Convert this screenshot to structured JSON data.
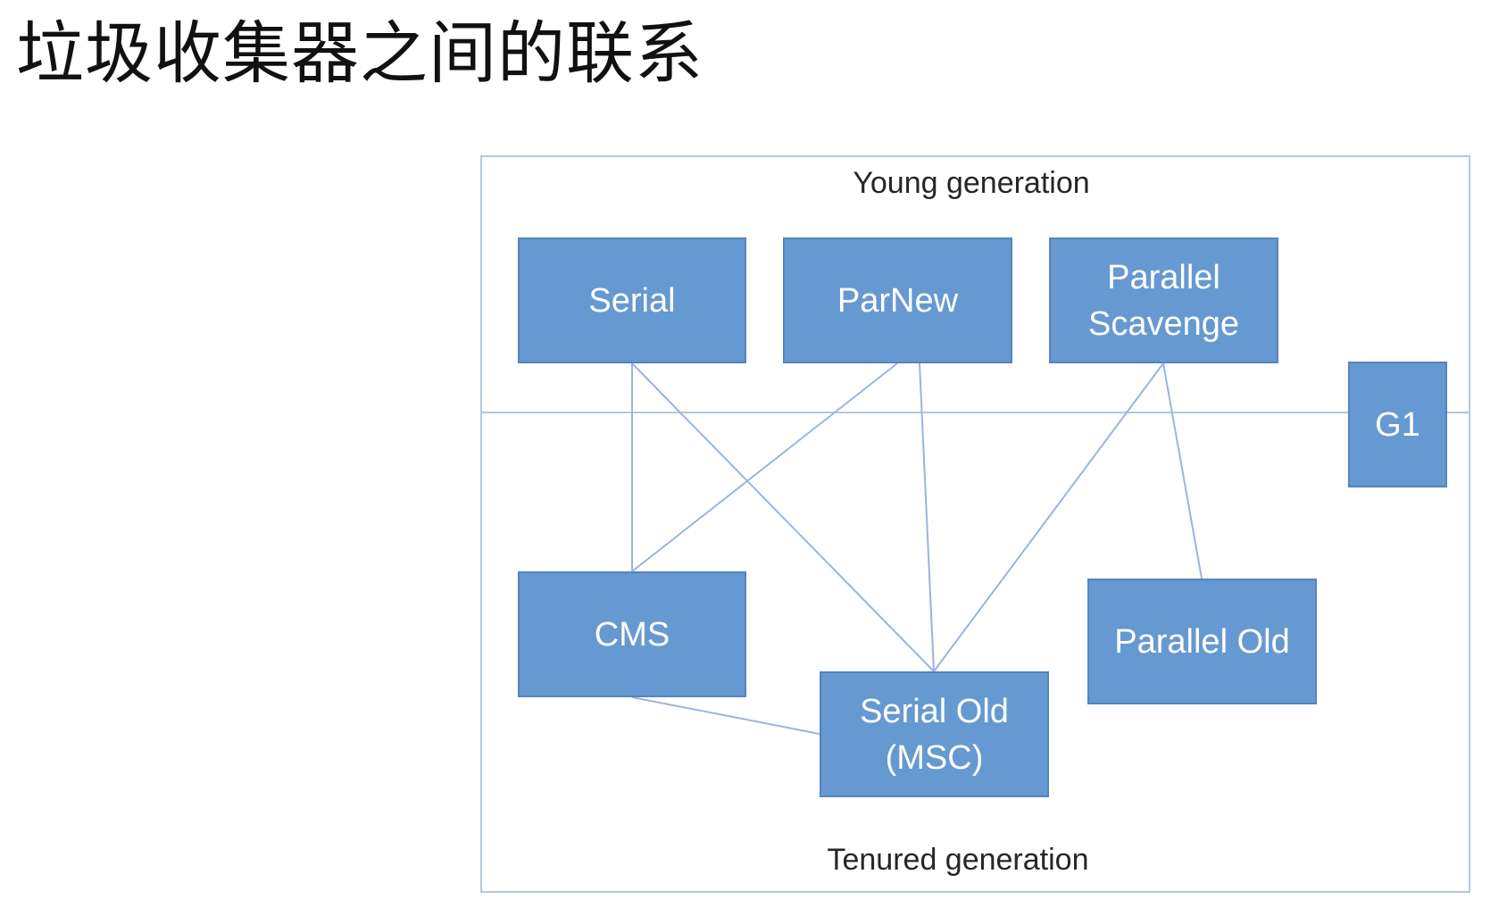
{
  "title": "垃圾收集器之间的联系",
  "diagram": {
    "young_label": "Young generation",
    "tenured_label": "Tenured generation",
    "nodes": {
      "serial": "Serial",
      "parnew": "ParNew",
      "parallel_scavenge": "Parallel\nScavenge",
      "g1": "G1",
      "cms": "CMS",
      "serial_old": "Serial Old\n(MSC)",
      "parallel_old": "Parallel Old"
    },
    "edges": [
      [
        "serial",
        "cms"
      ],
      [
        "serial",
        "serial_old"
      ],
      [
        "parnew",
        "cms"
      ],
      [
        "parnew",
        "serial_old"
      ],
      [
        "parallel_scavenge",
        "serial_old"
      ],
      [
        "parallel_scavenge",
        "parallel_old"
      ],
      [
        "cms",
        "serial_old"
      ]
    ],
    "colors": {
      "node_fill": "#6699d1",
      "node_border": "#5585bd",
      "line": "#9bb5da",
      "frame": "#b5c6e0"
    }
  }
}
